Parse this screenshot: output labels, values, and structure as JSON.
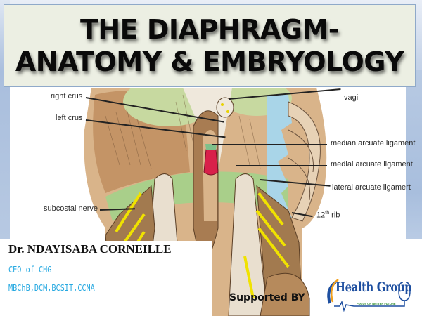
{
  "slide": {
    "title_line1": "THE DIAPHRAGM-",
    "title_line2": "ANATOMY & EMBRYOLOGY"
  },
  "illustration": {
    "labels": {
      "right_crus": "right crus",
      "left_crus": "left crus",
      "subcostal_nerve": "subcostal nerve",
      "vagi": "vagi",
      "median_arcuate": "median arcuate ligament",
      "medial_arcuate": "medial arcuate ligament",
      "lateral_arcuate": "lateral arcuate ligamert",
      "rib_number": "12",
      "rib_suffix": "th",
      "rib_word": " rib"
    }
  },
  "author": {
    "name": "Dr. NDAYISABA CORNEILLE",
    "role": "CEO of CHG",
    "qualifications": "MBChB,DCM,BCSIT,CCNA"
  },
  "sponsor": {
    "label": "Supported  BY",
    "logo_text": "Health Group",
    "logo_tagline": "FOCUS ON BETTER FUTURE"
  },
  "colors": {
    "accent_blue": "#27a9e1",
    "logo_blue": "#1e4fa0",
    "title_box": "#ecefe3",
    "frame_blue": "#aec2df"
  }
}
